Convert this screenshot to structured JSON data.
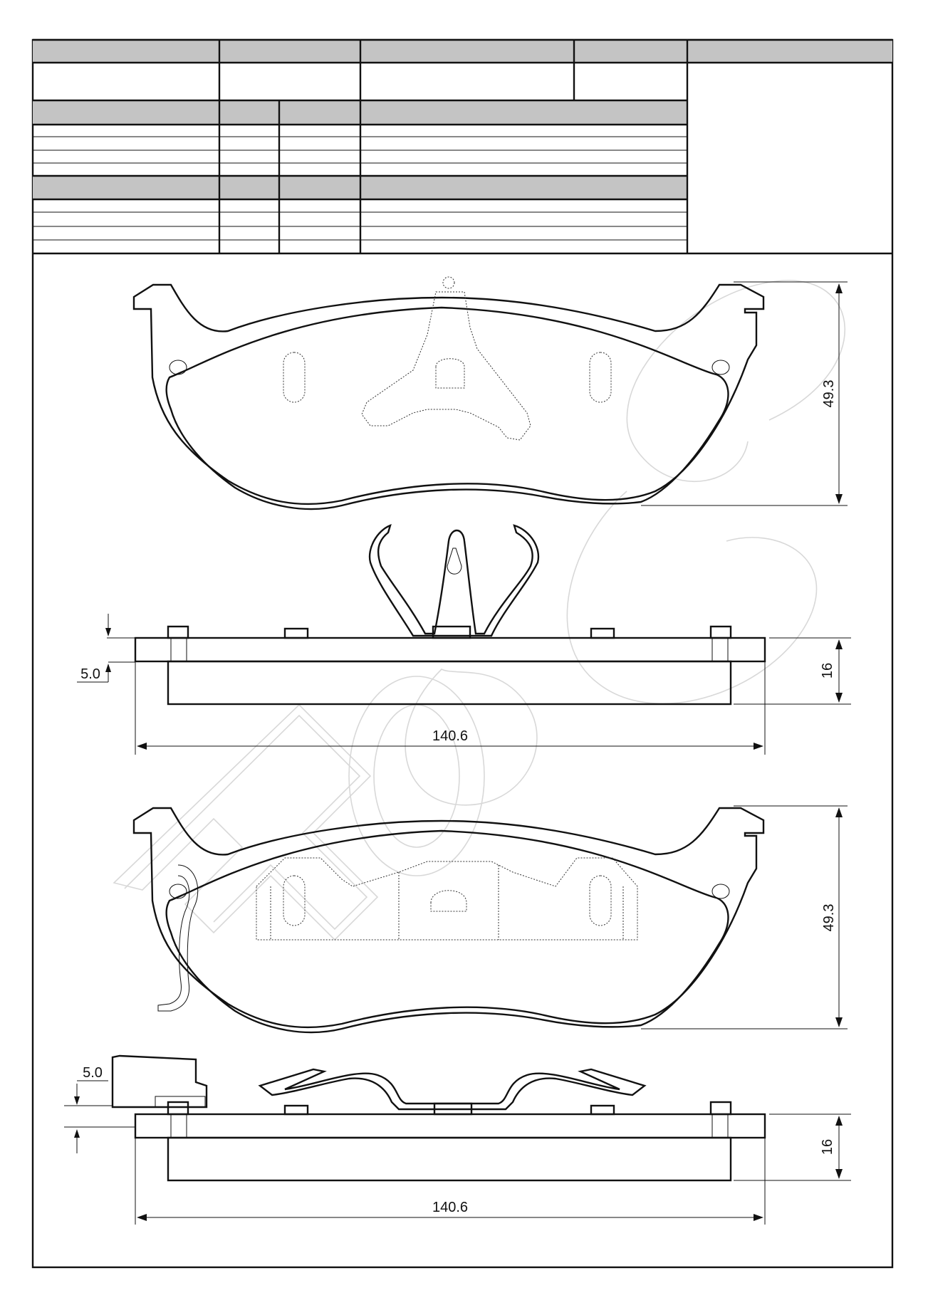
{
  "top_view_1": {
    "height_label": "49.3"
  },
  "side_view_1": {
    "thickness_label": "16",
    "width_label": "140.6",
    "step_label": "5.0"
  },
  "top_view_2": {
    "height_label": "49.3"
  },
  "side_view_2": {
    "thickness_label": "16",
    "width_label": "140.6",
    "step_label": "5.0"
  }
}
